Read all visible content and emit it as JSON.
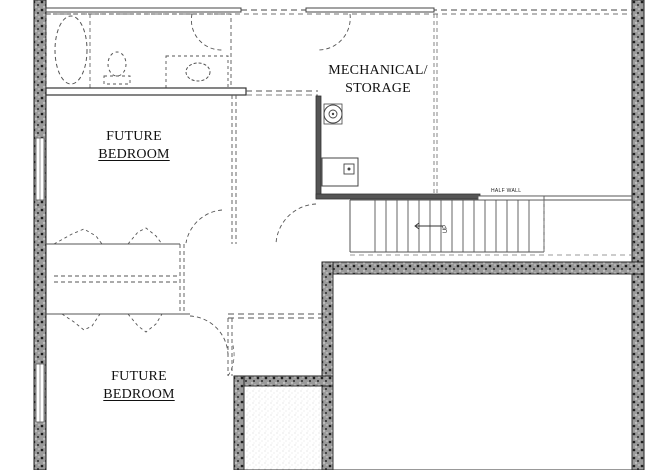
{
  "rooms": {
    "mechanical": {
      "line1": "MECHANICAL/",
      "line2": "STORAGE"
    },
    "bedroom_top": {
      "line1": "FUTURE",
      "line2": "BEDROOM"
    },
    "bedroom_bottom": {
      "line1": "FUTURE",
      "line2": "BEDROOM"
    }
  },
  "annotations": {
    "half_wall": "HALF WALL",
    "up": "UP"
  },
  "colors": {
    "wall": "#3a3a3a",
    "line": "#555555",
    "dash": "#6a6a6a",
    "speckle": "#222222"
  }
}
